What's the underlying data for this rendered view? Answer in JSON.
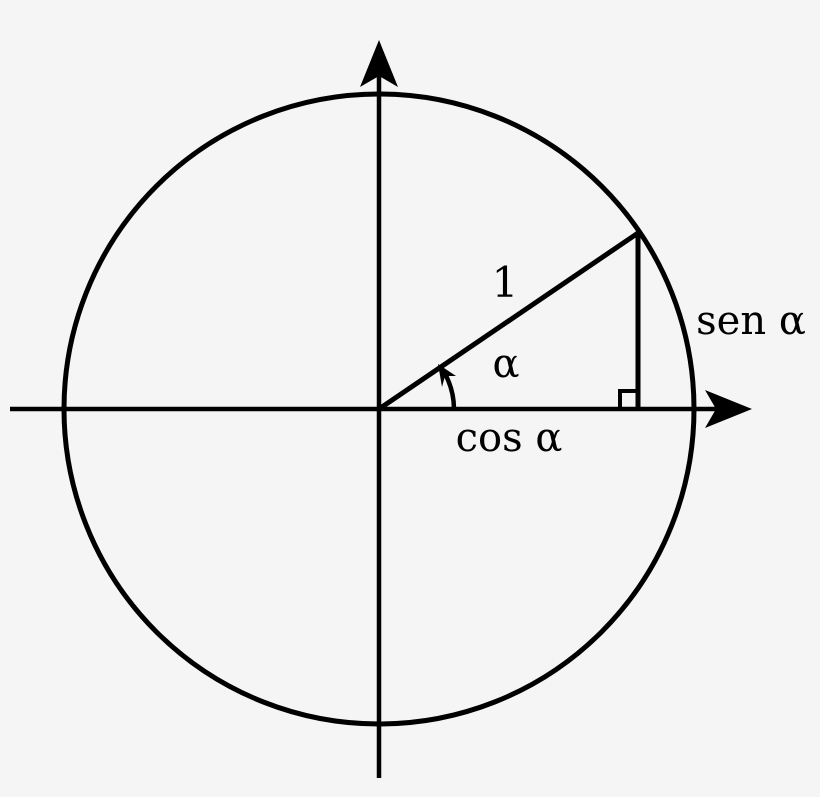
{
  "diagram": {
    "colors": {
      "background": "#f5f5f5",
      "stroke": "#000000"
    },
    "labels": {
      "hypotenuse": "1",
      "angle": "α",
      "sine": "sen α",
      "cosine": "cos α"
    }
  }
}
